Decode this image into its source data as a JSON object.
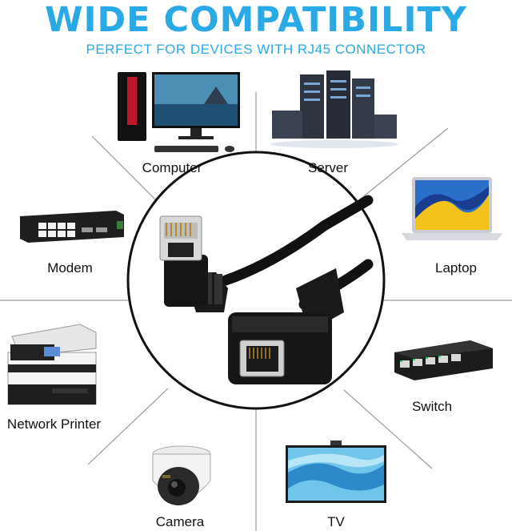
{
  "header": {
    "title": "WIDE COMPATIBILITY",
    "subtitle": "PERFECT FOR DEVICES WITH RJ45 CONNECTOR"
  },
  "devices": {
    "computer": "Computer",
    "server": "Server",
    "modem": "Modem",
    "laptop": "Laptop",
    "network_printer": "Network Printer",
    "switch": "Switch",
    "camera": "Camera",
    "tv": "TV"
  },
  "colors": {
    "accent": "#29a9e6",
    "lines": "#9a9a9a",
    "cable": "#111111"
  }
}
